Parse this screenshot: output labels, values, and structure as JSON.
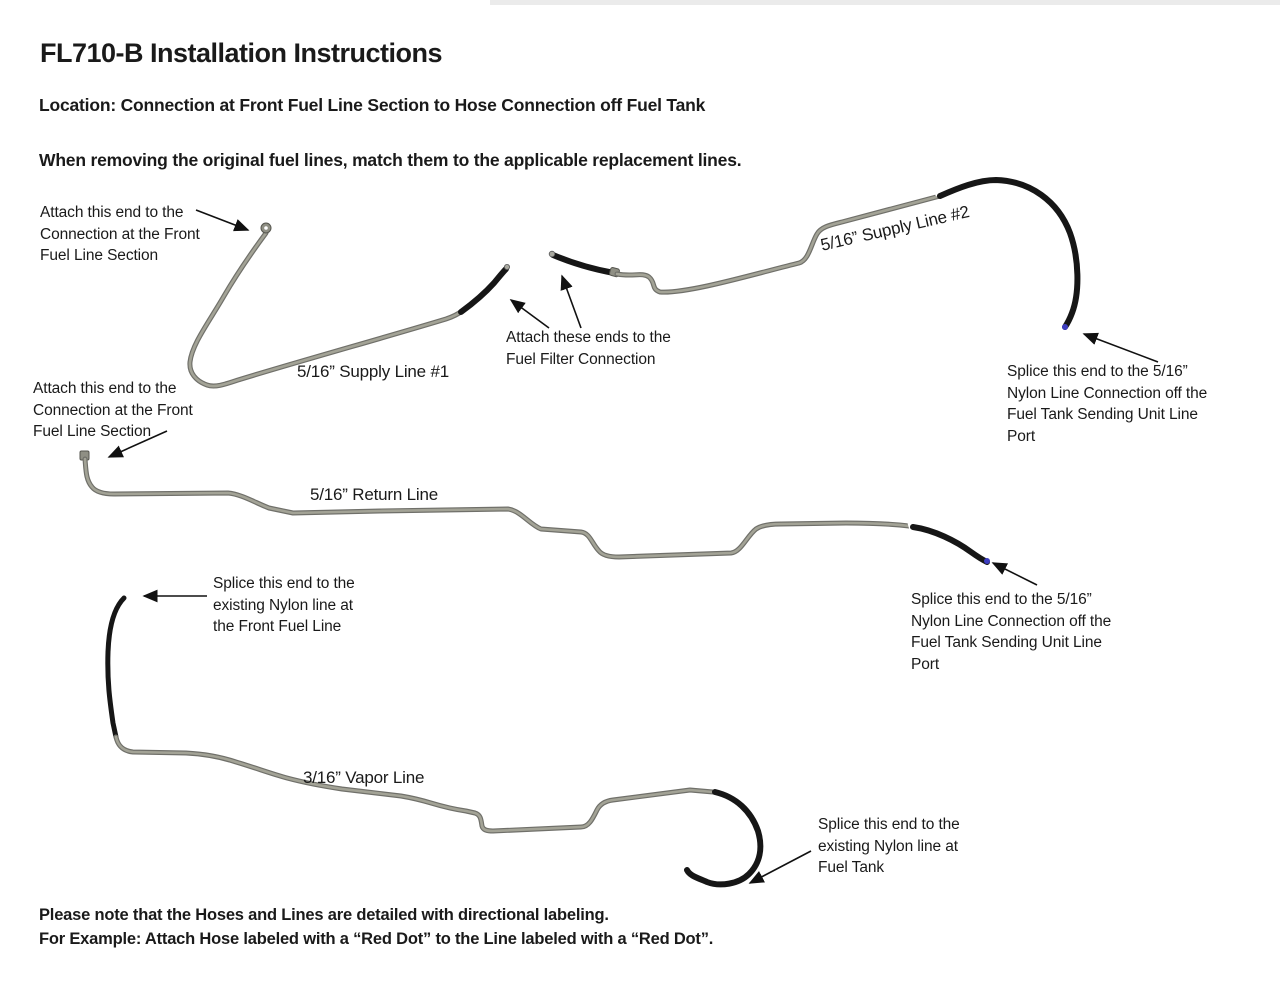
{
  "page": {
    "title": "FL710-B Installation Instructions",
    "location_line": "Location: Connection at Front Fuel Line Section to Hose Connection off Fuel Tank",
    "instruction_line": "When removing the original fuel lines, match them to the applicable replacement lines.",
    "notes": "Please note that the Hoses and Lines are detailed with directional labeling.\nFor Example: Attach Hose labeled with a “Red Dot” to the Line labeled with a “Red Dot”."
  },
  "diagram": {
    "line_labels": {
      "supply_line_1": "5/16” Supply Line #1",
      "supply_line_2": "5/16” Supply Line #2",
      "return_line": "5/16” Return Line",
      "vapor_line": "3/16” Vapor Line"
    },
    "callouts": {
      "attach_front_top": "Attach this end to the\nConnection at the Front\nFuel Line Section",
      "attach_front_mid": "Attach this end to the\nConnection at the Front\nFuel Line Section",
      "attach_fuel_filter": "Attach these ends to the\nFuel Filter Connection",
      "splice_sending_unit_top": "Splice this end to the 5/16”\nNylon Line Connection off the\nFuel Tank Sending Unit Line\nPort",
      "splice_sending_unit_bottom": "Splice this end to the 5/16”\nNylon Line Connection off the\nFuel Tank Sending Unit Line\nPort",
      "splice_front_fuel_line": "Splice this end to the\nexisting Nylon line at\nthe Front Fuel Line",
      "splice_fuel_tank": "Splice this end to the\nexisting Nylon line at\nFuel Tank"
    },
    "colors": {
      "text": "#1a1a1a",
      "tube_gray": "#a3a396",
      "tube_gray_dark": "#70706a",
      "hose_black": "#161616",
      "tip_blue": "#3d3dc0"
    }
  }
}
